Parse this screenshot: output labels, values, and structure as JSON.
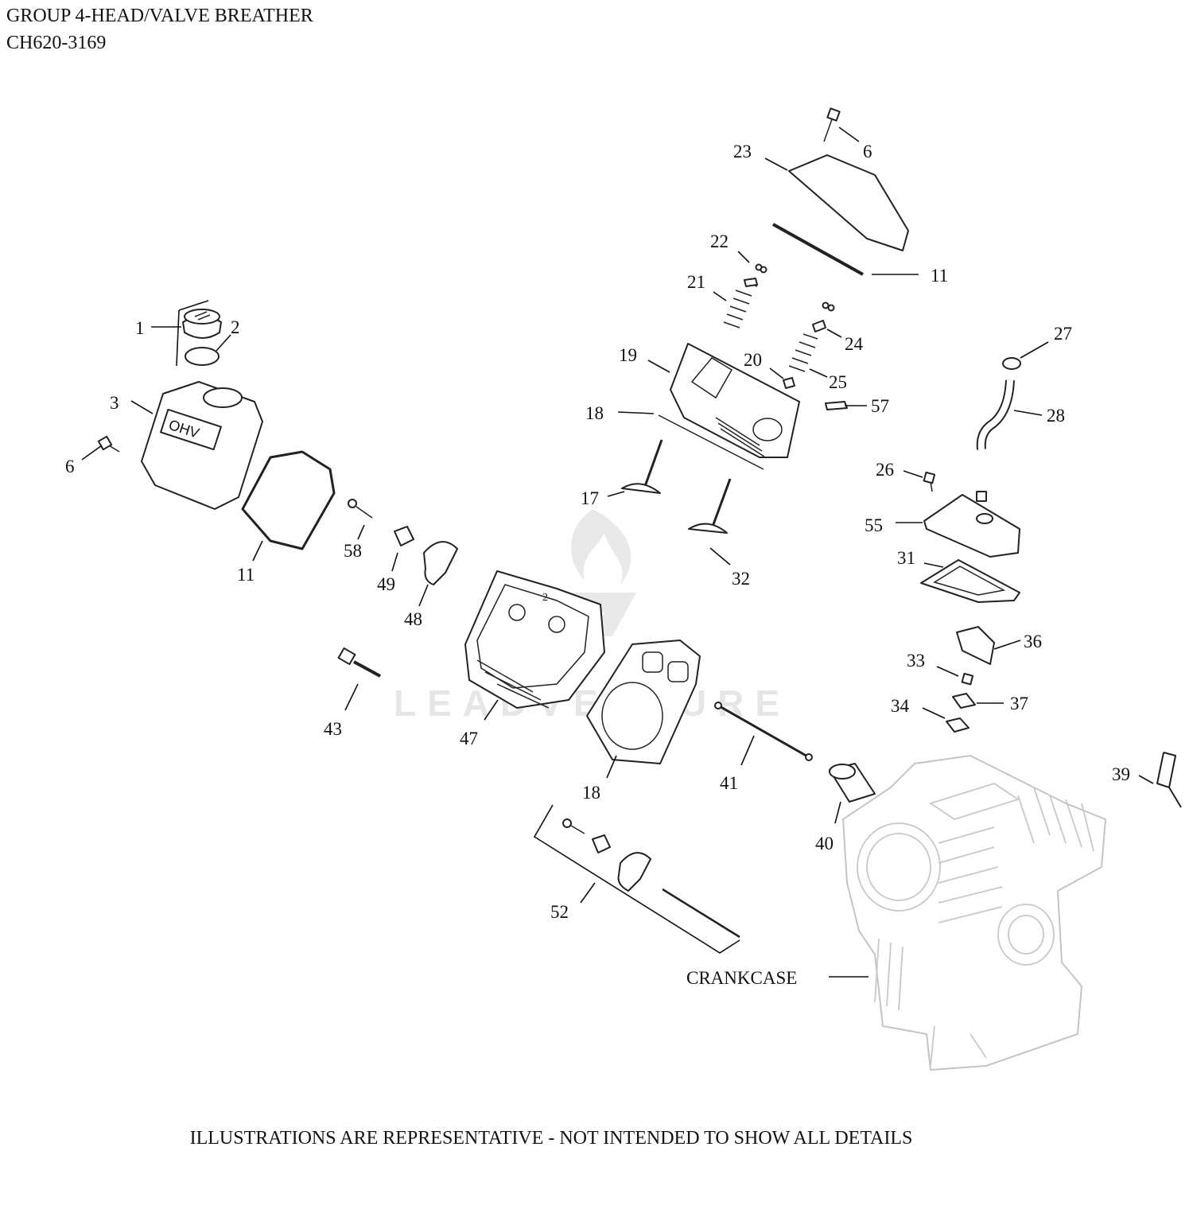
{
  "header": {
    "group_title": "GROUP 4-HEAD/VALVE BREATHER",
    "model_code": "CH620-3169"
  },
  "callouts": {
    "c1": "1",
    "c2": "2",
    "c3": "3",
    "c6a": "6",
    "c6b": "6",
    "c11a": "11",
    "c11b": "11",
    "c17": "17",
    "c18a": "18",
    "c18b": "18",
    "c19": "19",
    "c20": "20",
    "c21": "21",
    "c22": "22",
    "c23": "23",
    "c24": "24",
    "c25": "25",
    "c26": "26",
    "c27": "27",
    "c28": "28",
    "c31": "31",
    "c32": "32",
    "c33": "33",
    "c34": "34",
    "c36": "36",
    "c37": "37",
    "c39": "39",
    "c40": "40",
    "c41": "41",
    "c43": "43",
    "c47": "47",
    "c48": "48",
    "c49": "49",
    "c52": "52",
    "c55": "55",
    "c57": "57",
    "c58": "58",
    "crankcase": "CRANKCASE"
  },
  "watermark": "LEADVENTURE",
  "footer_note": "ILLUSTRATIONS ARE REPRESENTATIVE - NOT INTENDED TO SHOW ALL DETAILS"
}
